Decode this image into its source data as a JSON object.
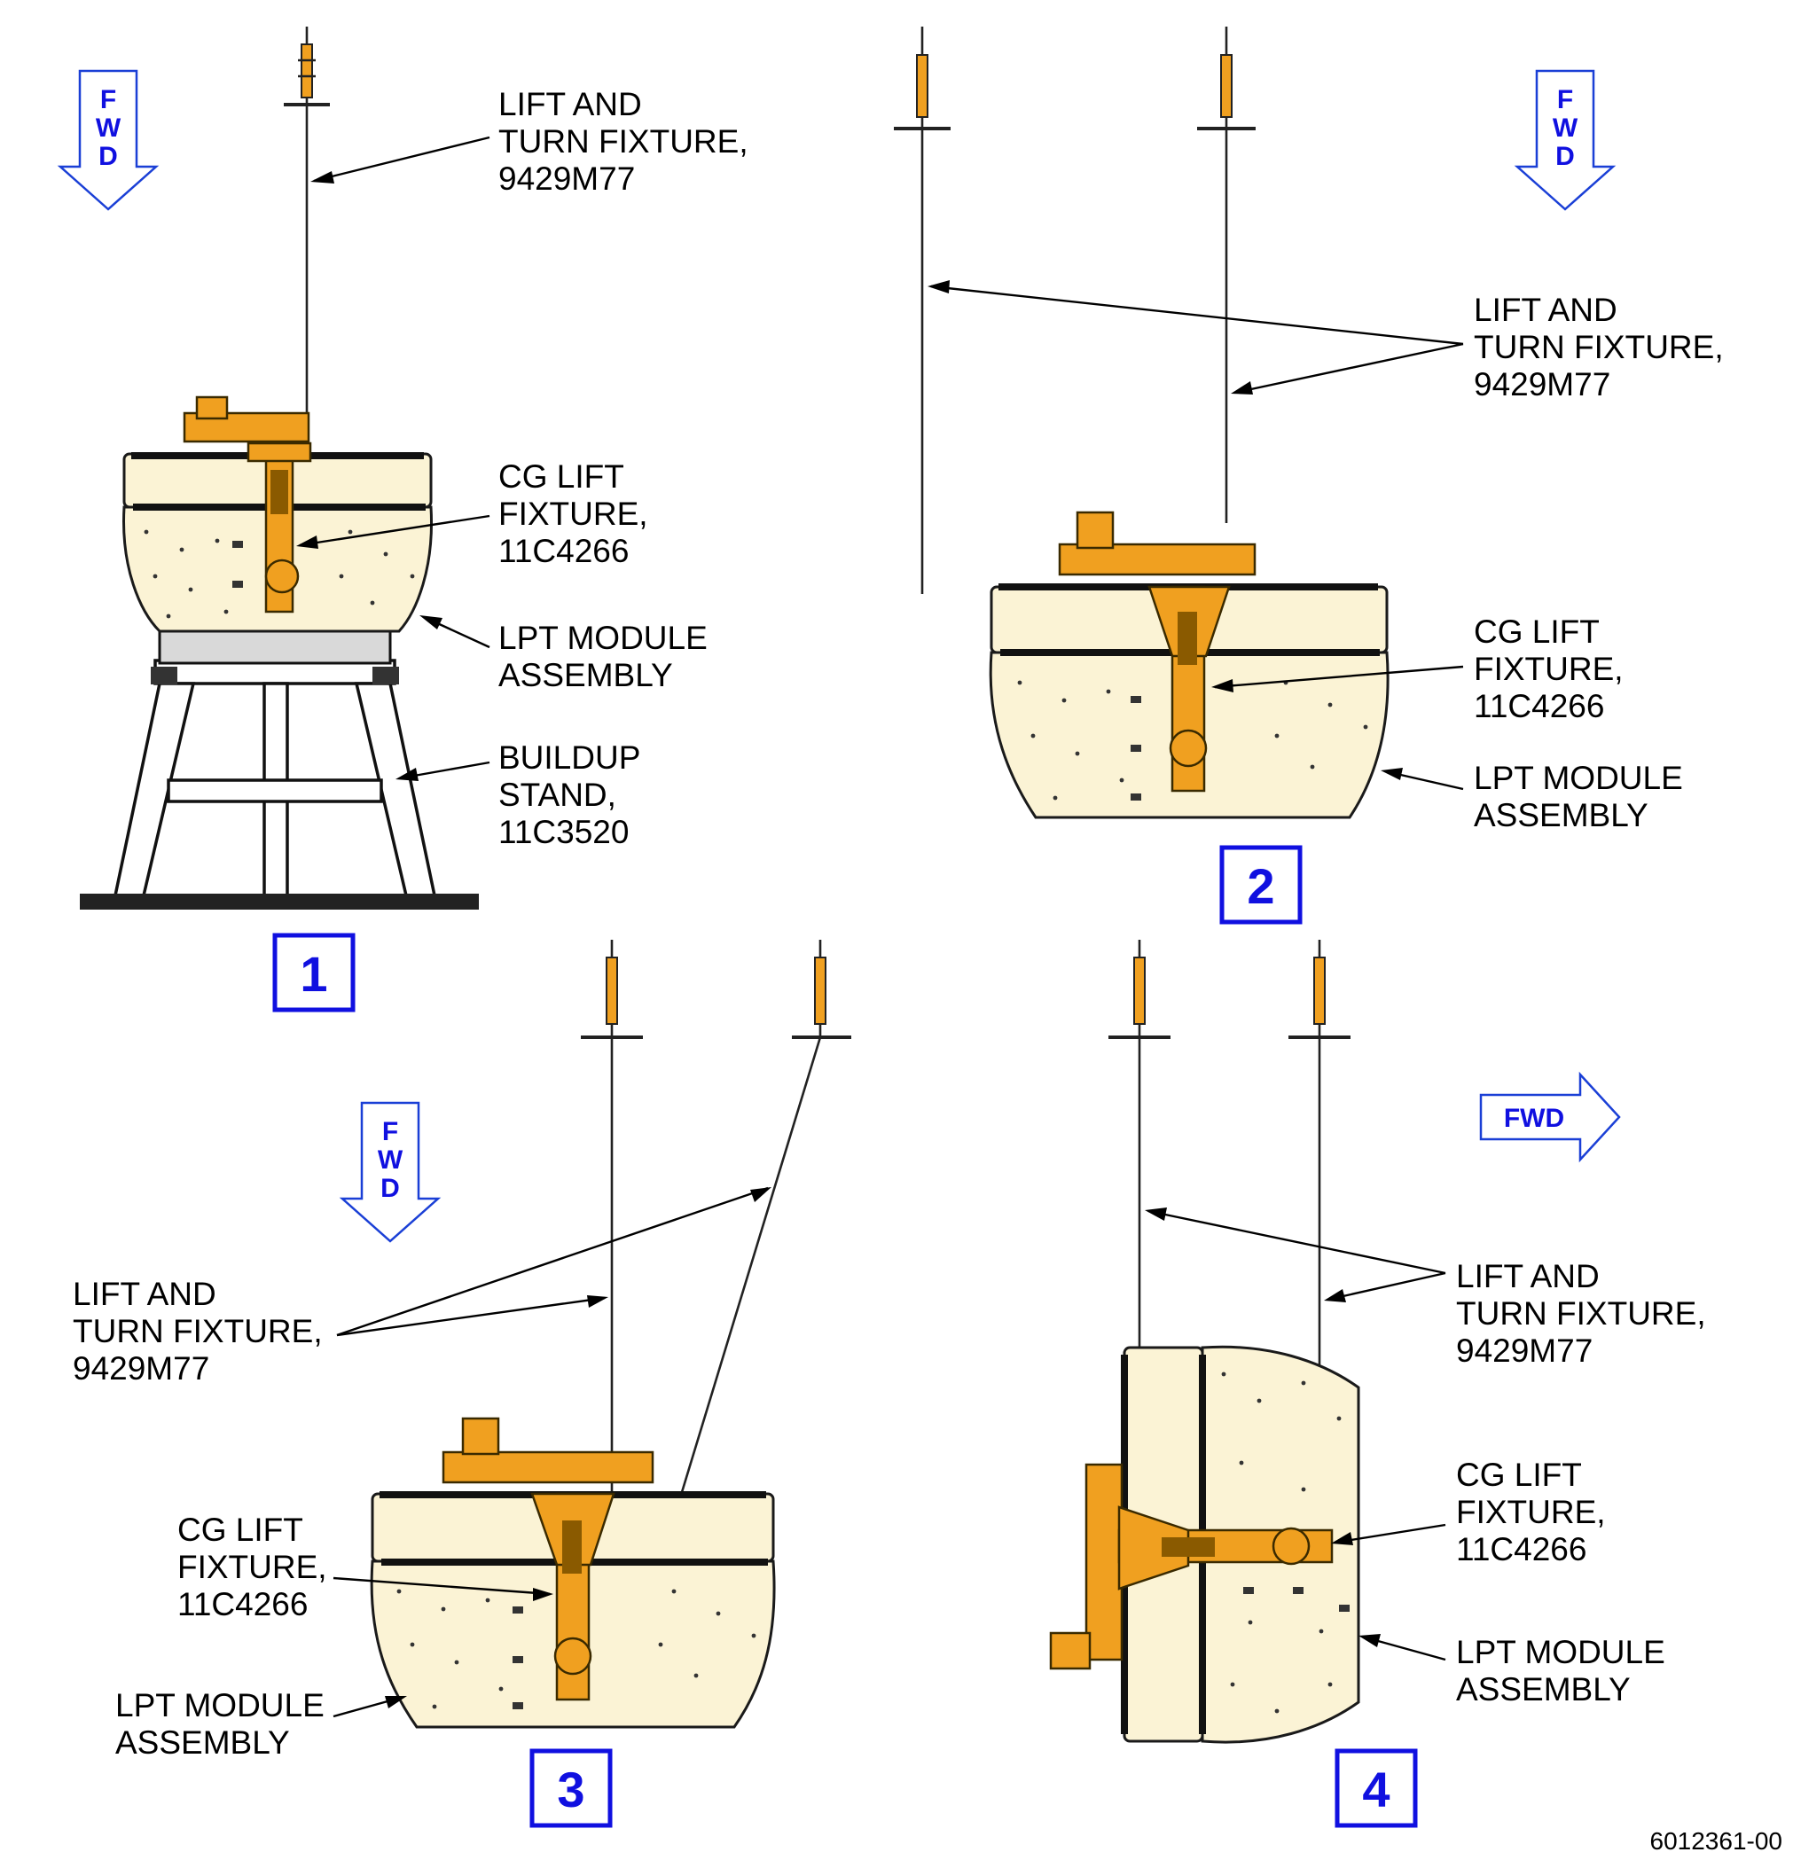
{
  "figure_id": "6012361-00",
  "fwd_label_letters": [
    "F",
    "W",
    "D"
  ],
  "fwd_label_horizontal": "FWD",
  "panels": [
    {
      "number": "1",
      "callouts": [
        {
          "lines": [
            "LIFT AND",
            "TURN FIXTURE,",
            "9429M77"
          ]
        },
        {
          "lines": [
            "CG LIFT",
            "FIXTURE,",
            "11C4266"
          ]
        },
        {
          "lines": [
            "LPT MODULE",
            "ASSEMBLY"
          ]
        },
        {
          "lines": [
            "BUILDUP",
            "STAND,",
            "11C3520"
          ]
        }
      ]
    },
    {
      "number": "2",
      "callouts": [
        {
          "lines": [
            "LIFT AND",
            "TURN FIXTURE,",
            "9429M77"
          ]
        },
        {
          "lines": [
            "CG LIFT",
            "FIXTURE,",
            "11C4266"
          ]
        },
        {
          "lines": [
            "LPT MODULE",
            "ASSEMBLY"
          ]
        }
      ]
    },
    {
      "number": "3",
      "callouts": [
        {
          "lines": [
            "LIFT AND",
            "TURN FIXTURE,",
            "9429M77"
          ]
        },
        {
          "lines": [
            "CG LIFT",
            "FIXTURE,",
            "11C4266"
          ]
        },
        {
          "lines": [
            "LPT MODULE",
            "ASSEMBLY"
          ]
        }
      ]
    },
    {
      "number": "4",
      "callouts": [
        {
          "lines": [
            "LIFT AND",
            "TURN FIXTURE,",
            "9429M77"
          ]
        },
        {
          "lines": [
            "CG LIFT",
            "FIXTURE,",
            "11C4266"
          ]
        },
        {
          "lines": [
            "LPT MODULE",
            "ASSEMBLY"
          ]
        }
      ]
    }
  ],
  "colors": {
    "fwd_arrow": "#1a3fd6",
    "step_number": "#1010e0",
    "fixture": "#f0a020",
    "module": "#fbf3d5"
  }
}
